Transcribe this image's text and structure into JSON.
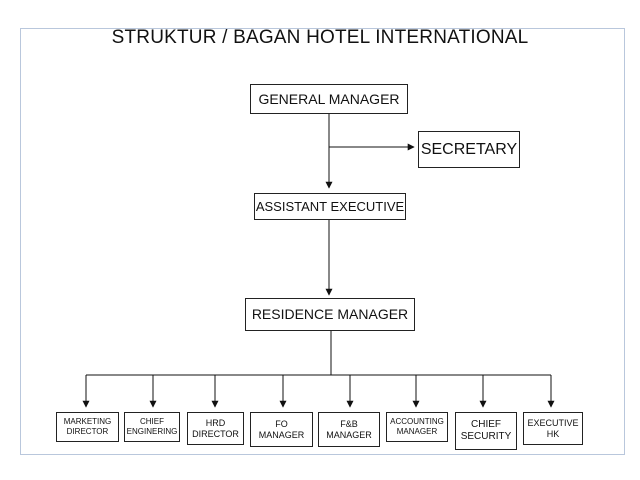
{
  "diagram": {
    "title": "STRUKTUR / BAGAN HOTEL INTERNATIONAL",
    "nodes": {
      "general_manager": "GENERAL MANAGER",
      "secretary": "SECRETARY",
      "assistant_executive": "ASSISTANT EXECUTIVE",
      "residence_manager": "RESIDENCE MANAGER",
      "marketing_director": "MARKETING\nDIRECTOR",
      "chief_enginering": "CHIEF\nENGINERING",
      "hrd_director": "HRD\nDIRECTOR",
      "fo_manager": "FO\nMANAGER",
      "fb_manager": "F&B\nMANAGER",
      "accounting_manager": "ACCOUNTING\nMANAGER",
      "chief_security": "CHIEF\nSECURITY",
      "executive_hk": "EXECUTIVE\nHK"
    },
    "edges": [
      [
        "general_manager",
        "assistant_executive"
      ],
      [
        "general_manager",
        "secretary"
      ],
      [
        "assistant_executive",
        "residence_manager"
      ],
      [
        "residence_manager",
        "marketing_director"
      ],
      [
        "residence_manager",
        "chief_enginering"
      ],
      [
        "residence_manager",
        "hrd_director"
      ],
      [
        "residence_manager",
        "fo_manager"
      ],
      [
        "residence_manager",
        "fb_manager"
      ],
      [
        "residence_manager",
        "accounting_manager"
      ],
      [
        "residence_manager",
        "chief_security"
      ],
      [
        "residence_manager",
        "executive_hk"
      ]
    ]
  }
}
